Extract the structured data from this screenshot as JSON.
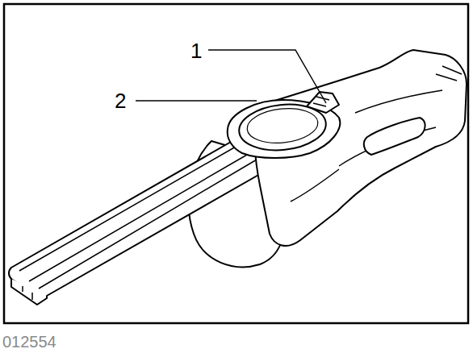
{
  "diagram": {
    "labels": [
      "1",
      "2",
      "012554"
    ]
  }
}
